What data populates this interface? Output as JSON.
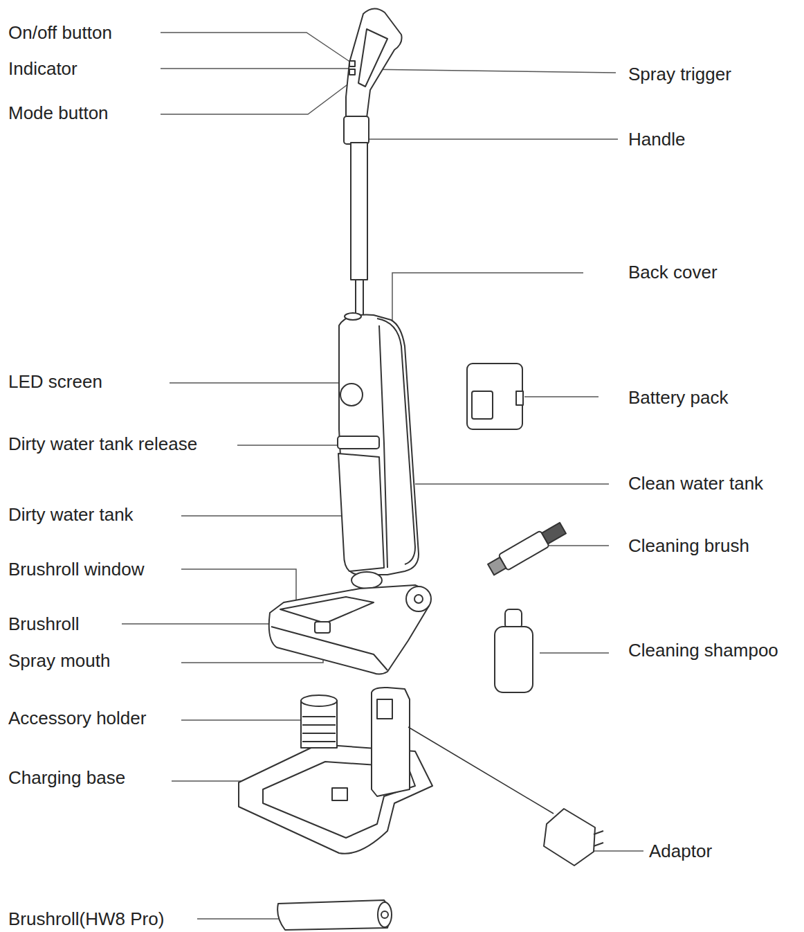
{
  "diagram": {
    "labels": [
      "On/off button",
      "Indicator",
      "Mode button",
      "Spray trigger",
      "Handle",
      "Back cover",
      "LED screen",
      "Battery pack",
      "Dirty water tank release",
      "Clean water tank",
      "Dirty water tank",
      "Cleaning brush",
      "Brushroll window",
      "Brushroll",
      "Cleaning shampoo",
      "Spray mouth",
      "Accessory holder",
      "Charging base",
      "Adaptor",
      "Brushroll(HW8 Pro)"
    ]
  }
}
